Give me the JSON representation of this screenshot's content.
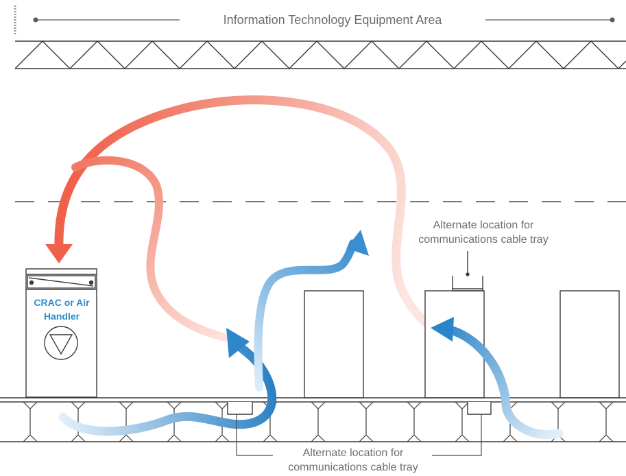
{
  "title": "Information Technology Equipment Area",
  "crac_unit": {
    "label_line1": "CRAC or Air",
    "label_line2": "Handler"
  },
  "cable_tray_labels": {
    "upper": [
      "Alternate location for",
      "communications cable tray"
    ],
    "lower": [
      "Alternate location for",
      "communications cable tray"
    ]
  },
  "colors": {
    "line": "#3a3a3a",
    "hot_air": "#f06a55",
    "cold_air": "#2f86c9",
    "crac_text": "#2e8ccf",
    "label_text": "#6d6d6d"
  }
}
